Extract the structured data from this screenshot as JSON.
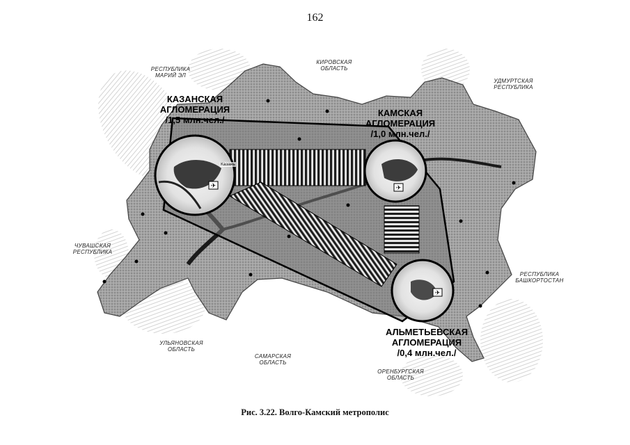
{
  "page_number": "162",
  "caption": "Рис. 3.22. Волго-Камский метрополис",
  "regions": {
    "mari": [
      "РЕСПУБЛИКА",
      "МАРИЙ ЭЛ"
    ],
    "kirov": [
      "КИРОВСКАЯ",
      "ОБЛАСТЬ"
    ],
    "udmurt": [
      "УДМУРТСКАЯ",
      "РЕСПУБЛИКА"
    ],
    "chuvash": [
      "ЧУВАШСКАЯ",
      "РЕСПУБЛИКА"
    ],
    "bashkortostan": [
      "РЕСПУБЛИКА",
      "БАШКОРТОСТАН"
    ],
    "ulyanovsk": [
      "УЛЬЯНОВСКАЯ",
      "ОБЛАСТЬ"
    ],
    "samara": [
      "САМАРСКАЯ",
      "ОБЛАСТЬ"
    ],
    "orenburg": [
      "ОРЕНБУРГСКАЯ",
      "ОБЛАСТЬ"
    ]
  },
  "agglomerations": {
    "kazan": [
      "КАЗАНСКАЯ",
      "АГЛОМЕРАЦИЯ",
      "/1,5 млн.чел./"
    ],
    "kama": [
      "КАМСКАЯ",
      "АГЛОМЕРАЦИЯ",
      "/1,0 млн.чел./"
    ],
    "almetyevsk": [
      "АЛЬМЕТЬЕВСКАЯ",
      "АГЛОМЕРАЦИЯ",
      "/0,4 млн.чел./"
    ]
  },
  "cities": {
    "kazan": "Казань"
  },
  "colors": {
    "ink": "#111111",
    "map_fill": "#9a9a9a",
    "hatch": "#2a2a2a",
    "background": "#ffffff"
  }
}
